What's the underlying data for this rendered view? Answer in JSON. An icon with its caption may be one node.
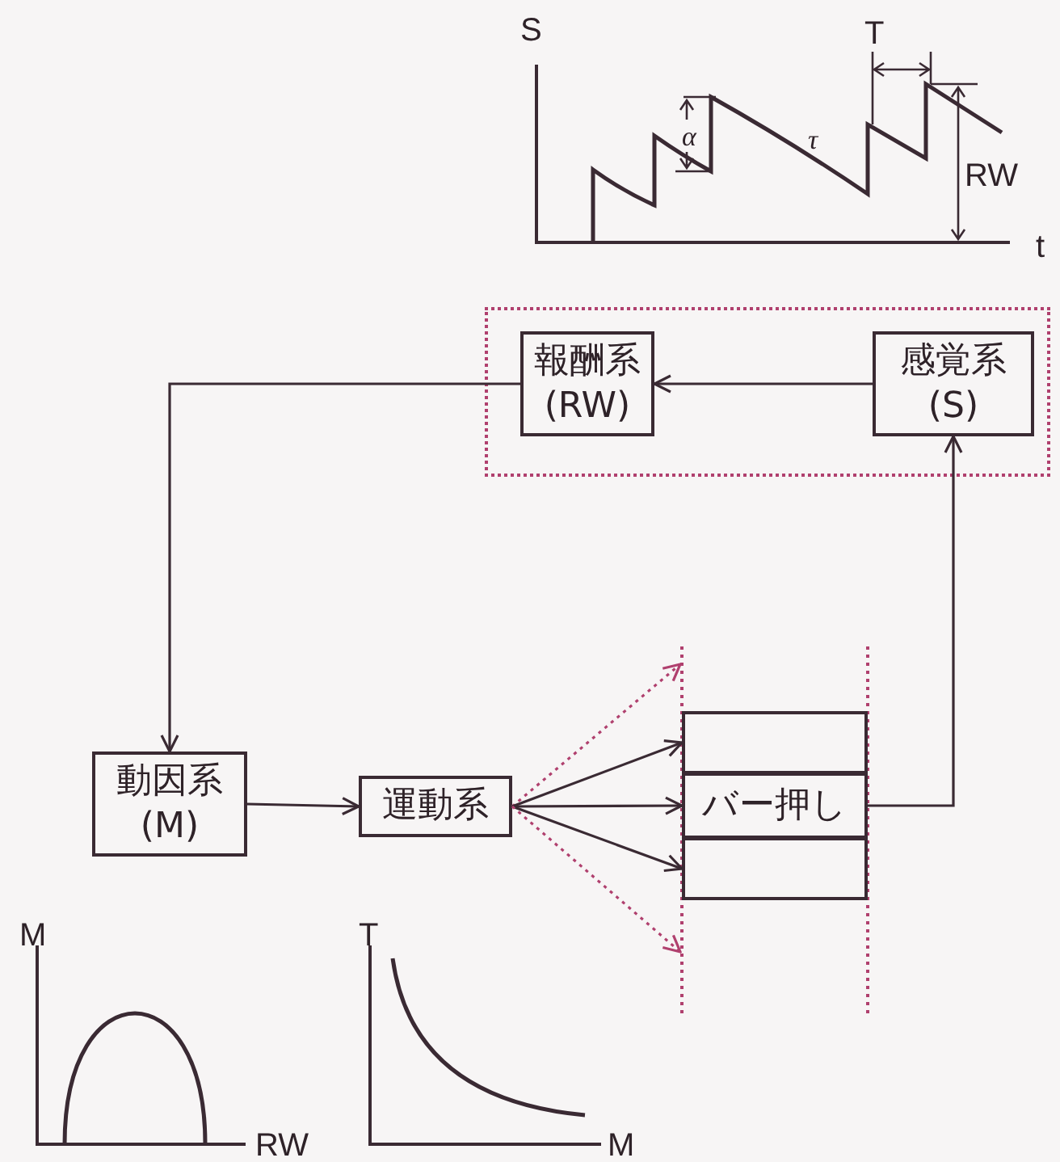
{
  "diagram": {
    "nodes": [
      {
        "text": [],
        "shape": "box"
      },
      {
        "text": [
          "報酬系 (RW)"
        ],
        "in": 0
      },
      {
        "text": [
          "感覚系 (S)"
        ],
        "in": 0
      },
      {
        "text": [
          "動因系 (M)"
        ]
      },
      {
        "text": [
          "運動系"
        ]
      },
      {
        "text": [],
        "shape": "box"
      },
      {
        "text": [
          "バー押し"
        ]
      },
      {
        "text": [],
        "shape": "box"
      }
    ],
    "edges": [
      {
        "from": 2,
        "to": 1,
        "arrow": "to"
      },
      {
        "from": 1,
        "to": 3,
        "arrow": "to"
      },
      {
        "from": 3,
        "to": 4,
        "arrow": "to"
      },
      {
        "from": 4,
        "to": null,
        "arrow": "to",
        "style": "dashed",
        "color": "#b0406e"
      },
      {
        "from": 4,
        "to": 5,
        "arrow": "to"
      },
      {
        "from": 4,
        "to": 6,
        "arrow": "to"
      },
      {
        "from": 4,
        "to": 7,
        "arrow": "to"
      },
      {
        "from": 4,
        "to": null,
        "arrow": "to",
        "style": "dashed",
        "color": "#b0406e"
      },
      {
        "from": 6,
        "to": 2,
        "arrow": "to"
      }
    ],
    "labels": [
      "S",
      "T",
      "α",
      "τ",
      "RW",
      "t",
      "M",
      "T",
      "RW",
      "M"
    ]
  }
}
